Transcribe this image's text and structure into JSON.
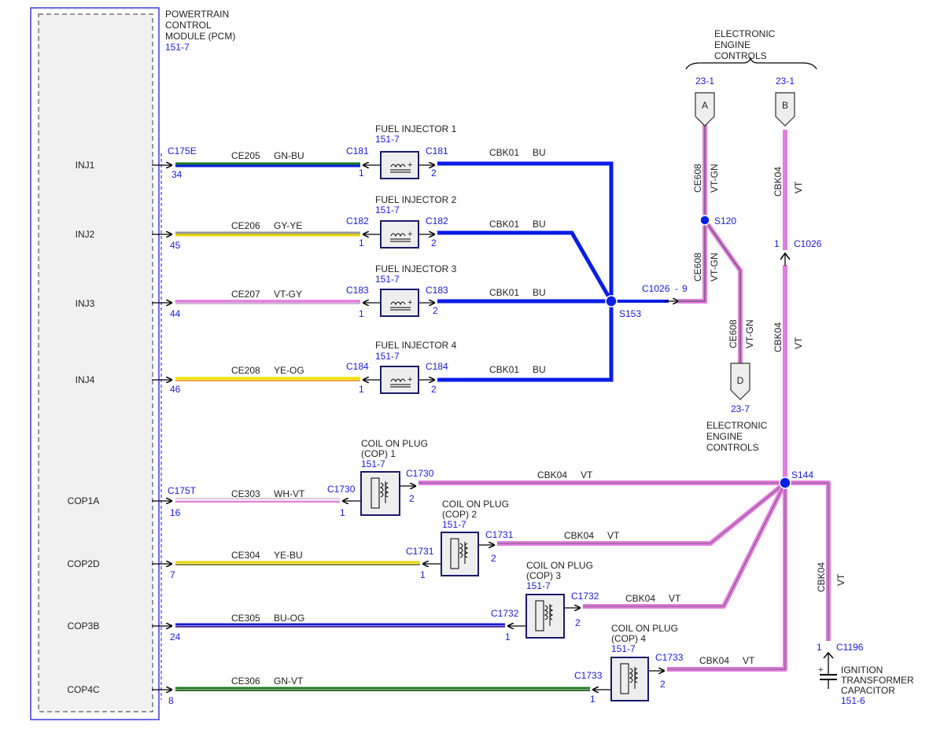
{
  "pcm": {
    "title_lines": [
      "POWERTRAIN",
      "CONTROL",
      "MODULE (PCM)"
    ],
    "ref": "151-7",
    "pins": [
      "INJ1",
      "INJ2",
      "INJ3",
      "INJ4",
      "COP1A",
      "COP2D",
      "COP3B",
      "COP4C"
    ]
  },
  "pcm_connectors": {
    "upper": "C175E",
    "lower": "C175T"
  },
  "injector_circuits": [
    {
      "pcm_pin": "34",
      "circuit": "CE205",
      "color": "GN-BU",
      "conn_a": "C181",
      "pin_a": "1",
      "name": "FUEL INJECTOR 1",
      "ref": "151-7",
      "conn_b": "C181",
      "pin_b": "2",
      "out_circuit": "CBK01",
      "out_color": "BU"
    },
    {
      "pcm_pin": "45",
      "circuit": "CE206",
      "color": "GY-YE",
      "conn_a": "C182",
      "pin_a": "1",
      "name": "FUEL INJECTOR 2",
      "ref": "151-7",
      "conn_b": "C182",
      "pin_b": "2",
      "out_circuit": "CBK01",
      "out_color": "BU"
    },
    {
      "pcm_pin": "44",
      "circuit": "CE207",
      "color": "VT-GY",
      "conn_a": "C183",
      "pin_a": "1",
      "name": "FUEL INJECTOR 3",
      "ref": "151-7",
      "conn_b": "C183",
      "pin_b": "2",
      "out_circuit": "CBK01",
      "out_color": "BU"
    },
    {
      "pcm_pin": "46",
      "circuit": "CE208",
      "color": "YE-OG",
      "conn_a": "C184",
      "pin_a": "1",
      "name": "FUEL INJECTOR 4",
      "ref": "151-7",
      "conn_b": "C184",
      "pin_b": "2",
      "out_circuit": "CBK01",
      "out_color": "BU"
    }
  ],
  "coil_circuits": [
    {
      "pcm_pin": "16",
      "circuit": "CE303",
      "color": "WH-VT",
      "conn_a": "C1730",
      "pin_a": "1",
      "name_lines": [
        "COIL ON PLUG",
        "(COP) 1"
      ],
      "ref": "151-7",
      "conn_b": "C1730",
      "pin_b": "2",
      "out_circuit": "CBK04",
      "out_color": "VT"
    },
    {
      "pcm_pin": "7",
      "circuit": "CE304",
      "color": "YE-BU",
      "conn_a": "C1731",
      "pin_a": "1",
      "name_lines": [
        "COIL ON PLUG",
        "(COP) 2"
      ],
      "ref": "151-7",
      "conn_b": "C1731",
      "pin_b": "2",
      "out_circuit": "CBK04",
      "out_color": "VT"
    },
    {
      "pcm_pin": "24",
      "circuit": "CE305",
      "color": "BU-OG",
      "conn_a": "C1732",
      "pin_a": "1",
      "name_lines": [
        "COIL ON PLUG",
        "(COP) 3"
      ],
      "ref": "151-7",
      "conn_b": "C1732",
      "pin_b": "2",
      "out_circuit": "CBK04",
      "out_color": "VT"
    },
    {
      "pcm_pin": "8",
      "circuit": "CE306",
      "color": "GN-VT",
      "conn_a": "C1733",
      "pin_a": "1",
      "name_lines": [
        "COIL ON PLUG",
        "(COP) 4"
      ],
      "ref": "151-7",
      "conn_b": "C1733",
      "pin_b": "2",
      "out_circuit": "CBK04",
      "out_color": "VT"
    }
  ],
  "splices": {
    "s153": "S153",
    "s120": "S120",
    "s144": "S144"
  },
  "c1026_pin9": {
    "conn": "C1026",
    "sep": "-",
    "pin": "9"
  },
  "c1026_pin1": {
    "pin": "1",
    "conn": "C1026"
  },
  "ce608": {
    "circuit": "CE608",
    "color": "VT-GN"
  },
  "cbk04_vertical": {
    "circuit": "CBK04",
    "color": "VT"
  },
  "eec_top_label": [
    "ELECTRONIC",
    "ENGINE",
    "CONTROLS"
  ],
  "eec_bottom_label": [
    "ELECTRONIC",
    "ENGINE",
    "CONTROLS"
  ],
  "ref_a": {
    "letter": "A",
    "ref": "23-1"
  },
  "ref_b": {
    "letter": "B",
    "ref": "23-1"
  },
  "ref_d": {
    "letter": "D",
    "ref": "23-7"
  },
  "capacitor": {
    "pin": "1",
    "conn": "C1196",
    "name_lines": [
      "IGNITION",
      "TRANSFORMER",
      "CAPACITOR"
    ],
    "ref": "151-6",
    "plus": "+"
  },
  "colors": {
    "label_blue": "#1a1ad6",
    "wire_bu": "#0a1ee6",
    "wire_vt": "#e27ce0",
    "wire_gn": "#1f7a1f",
    "wire_gy": "#9a9a9a",
    "wire_ye": "#f0e200",
    "wire_wh": "#ffffff",
    "wire_og": "#f08a00"
  }
}
